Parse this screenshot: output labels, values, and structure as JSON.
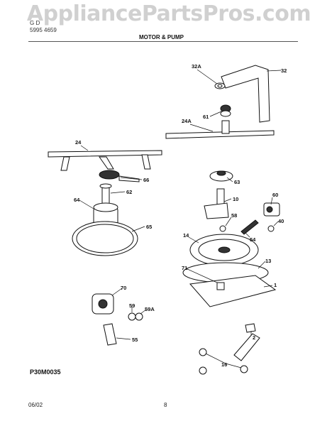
{
  "header": {
    "watermark": "AppliancePartsPros.com",
    "model_line": "G D",
    "publication_line": "5995 4659",
    "section_title": "MOTOR & PUMP"
  },
  "diagram": {
    "drawing_code": "P30M0035",
    "callouts": [
      "32A",
      "32",
      "61",
      "24A",
      "24",
      "66",
      "63",
      "62",
      "10",
      "60",
      "64",
      "58",
      "65",
      "40",
      "54",
      "14",
      "13",
      "71",
      "1",
      "70",
      "59",
      "59A",
      "2",
      "55",
      "16"
    ]
  },
  "footer": {
    "date": "06/02",
    "page_number": "8"
  }
}
